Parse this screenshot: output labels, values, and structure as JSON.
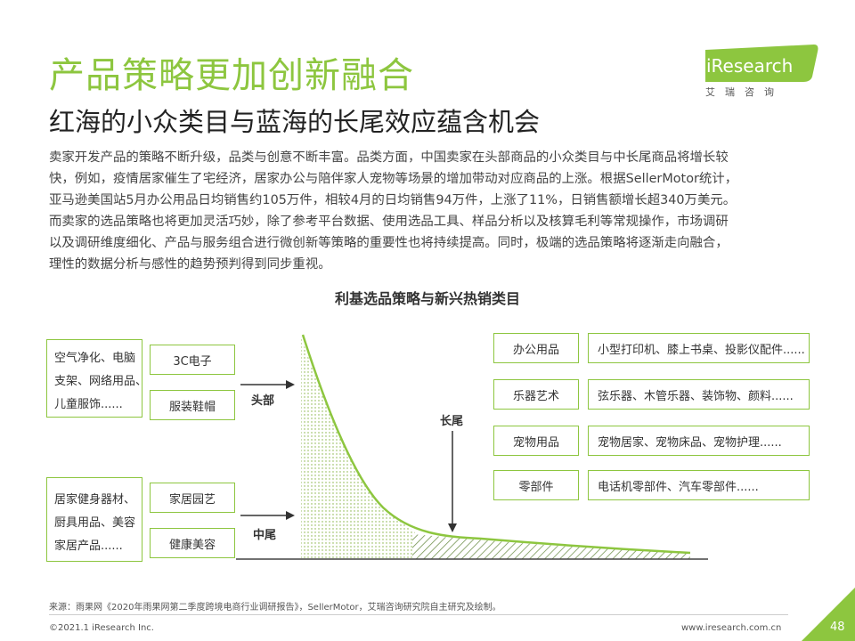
{
  "header": {
    "title": "产品策略更加创新融合",
    "subtitle": "红海的小众类目与蓝海的长尾效应蕴含机会"
  },
  "logo": {
    "text": "iResearch",
    "cn": "艾瑞咨询"
  },
  "body_lines": [
    "卖家开发产品的策略不断升级，品类与创意不断丰富。品类方面，中国卖家在头部商品的小众类目与中长尾商品将增长较",
    "快，例如，疫情居家催生了宅经济，居家办公与陪伴家人宠物等场景的增加带动对应商品的上涨。根据SellerMotor统计，",
    "亚马逊美国站5月办公用品日均销售约105万件，相较4月的日均销售94万件，上涨了11%，日销售额增长超340万美元。",
    "而卖家的选品策略也将更加灵活巧妙，除了参考平台数据、使用选品工具、样品分析以及核算毛利等常规操作，市场调研",
    "以及调研维度细化、产品与服务组合进行微创新等策略的重要性也将持续提高。同时，极端的选品策略将逐渐走向融合，",
    "理性的数据分析与感性的趋势预判得到同步重视。"
  ],
  "diagram": {
    "title": "利基选品策略与新兴热销类目",
    "head": {
      "label": "头部",
      "examples": [
        "空气净化、电脑",
        "支架、网络用品、",
        "儿童服饰......"
      ],
      "categories": [
        "3C电子",
        "服装鞋帽"
      ]
    },
    "mid": {
      "label": "中尾",
      "examples": [
        "居家健身器材、",
        "厨具用品、美容",
        "家居产品......"
      ],
      "categories": [
        "家居园艺",
        "健康美容"
      ]
    },
    "long_tail": {
      "label": "长尾",
      "rows": [
        {
          "category": "办公用品",
          "items": "小型打印机、膝上书桌、投影仪配件......"
        },
        {
          "category": "乐器艺术",
          "items": "弦乐器、木管乐器、装饰物、颜料......"
        },
        {
          "category": "宠物用品",
          "items": "宠物居家、宠物床品、宠物护理......"
        },
        {
          "category": "零部件",
          "items": "电话机零部件、汽车零部件......"
        }
      ]
    }
  },
  "footer": {
    "source": "来源：雨果网《2020年雨果网第二季度跨境电商行业调研报告》，SellerMotor，艾瑞咨询研究院自主研究及绘制。",
    "copyright": "©2021.1 iResearch Inc.",
    "url": "www.iresearch.com.cn",
    "page": "48"
  },
  "colors": {
    "accent": "#8dc63f",
    "dark_accent": "#5e9e2e"
  }
}
